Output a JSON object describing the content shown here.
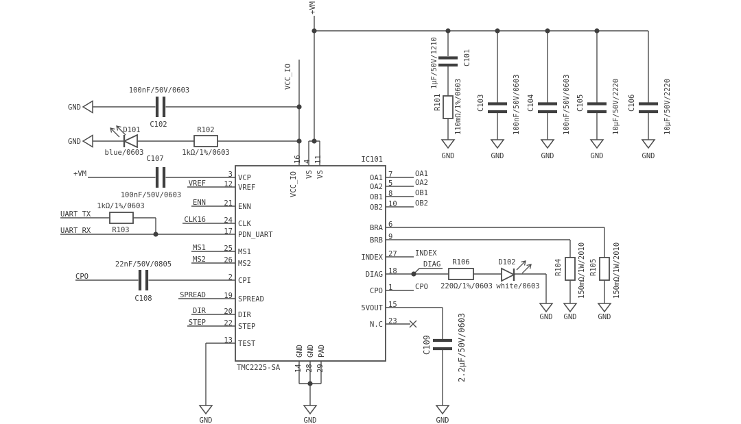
{
  "ic": {
    "refdes": "IC101",
    "part": "TMC2225-SA",
    "pins": {
      "left": [
        {
          "n": "3",
          "name": "VCP"
        },
        {
          "n": "12",
          "name": "VREF"
        },
        {
          "n": "21",
          "name": "ENN"
        },
        {
          "n": "24",
          "name": "CLK"
        },
        {
          "n": "17",
          "name": "PDN_UART"
        },
        {
          "n": "25",
          "name": "MS1"
        },
        {
          "n": "26",
          "name": "MS2"
        },
        {
          "n": "2",
          "name": "CPI"
        },
        {
          "n": "19",
          "name": "SPREAD"
        },
        {
          "n": "20",
          "name": "DIR"
        },
        {
          "n": "22",
          "name": "STEP"
        },
        {
          "n": "13",
          "name": "TEST"
        }
      ],
      "right": [
        {
          "n": "7",
          "name": "OA1"
        },
        {
          "n": "5",
          "name": "OA2"
        },
        {
          "n": "8",
          "name": "OB1"
        },
        {
          "n": "10",
          "name": "OB2"
        },
        {
          "n": "6",
          "name": "BRA"
        },
        {
          "n": "9",
          "name": "BRB"
        },
        {
          "n": "27",
          "name": "INDEX"
        },
        {
          "n": "18",
          "name": "DIAG"
        },
        {
          "n": "1",
          "name": "CPO"
        },
        {
          "n": "15",
          "name": "5VOUT"
        },
        {
          "n": "23",
          "name": "N.C"
        }
      ],
      "top": [
        {
          "n": "16",
          "name": "VCC_IO"
        },
        {
          "n": "4",
          "name": "VS"
        },
        {
          "n": "11",
          "name": "VS"
        }
      ],
      "bottom": [
        {
          "n": "14",
          "name": "GND"
        },
        {
          "n": "28",
          "name": "GND"
        },
        {
          "n": "29",
          "name": "PAD"
        }
      ]
    }
  },
  "nets": {
    "vm": "+VM",
    "vcc_io": "VCC_IO",
    "gnd": "GND",
    "uart_tx": "UART_TX",
    "uart_rx": "UART_RX",
    "cpo": "CPO",
    "vref": "VREF",
    "enn": "ENN",
    "clk16": "CLK16",
    "ms1": "MS1",
    "ms2": "MS2",
    "spread": "SPREAD",
    "dir": "DIR",
    "step": "STEP",
    "oa1": "OA1",
    "oa2": "OA2",
    "ob1": "OB1",
    "ob2": "OB2",
    "index": "INDEX",
    "diag": "DIAG"
  },
  "parts": {
    "c101": {
      "name": "C101",
      "value": "1µF/50V/1210"
    },
    "c102": {
      "name": "C102",
      "value": "100nF/50V/0603"
    },
    "c103": {
      "name": "C103",
      "value": "100nF/50V/0603"
    },
    "c104": {
      "name": "C104",
      "value": "100nF/50V/0603"
    },
    "c105": {
      "name": "C105",
      "value": "10µF/50V/2220"
    },
    "c106": {
      "name": "C106",
      "value": "10µF/50V/2220"
    },
    "c107": {
      "name": "C107",
      "value": "100nF/50V/0603"
    },
    "c108": {
      "name": "C108",
      "value": "22nF/50V/0805"
    },
    "c109": {
      "name": "C109",
      "value": "2.2µF/50V/0603"
    },
    "r101": {
      "name": "R101",
      "value": "110mΩ/1%/0603"
    },
    "r102": {
      "name": "R102",
      "value": "1kΩ/1%/0603"
    },
    "r103": {
      "name": "R103",
      "value": "1kΩ/1%/0603"
    },
    "r104": {
      "name": "R104",
      "value": "150mΩ/1W/2010"
    },
    "r105": {
      "name": "R105",
      "value": "150mΩ/1W/2010"
    },
    "r106": {
      "name": "R106",
      "value": "220Ω/1%/0603"
    },
    "d101": {
      "name": "D101",
      "value": "blue/0603"
    },
    "d102": {
      "name": "D102",
      "value": "white/0603"
    }
  }
}
